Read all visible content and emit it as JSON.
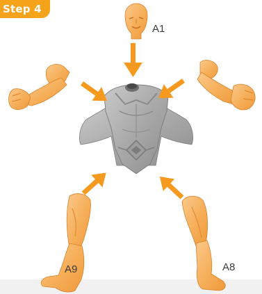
{
  "step": {
    "label": "Step 4"
  },
  "parts": {
    "head": {
      "label": "A1"
    },
    "left_leg": {
      "label": "A9"
    },
    "right_leg": {
      "label": "A8"
    }
  },
  "colors": {
    "badge": "#f5a31a",
    "parts": "#f6b15e",
    "arrows": "#f59a1f",
    "torso": "#a7a7a7"
  },
  "icons": [
    "head-part-icon",
    "torso-part-icon",
    "arm-part-icon",
    "leg-part-icon",
    "arrow-icon"
  ]
}
